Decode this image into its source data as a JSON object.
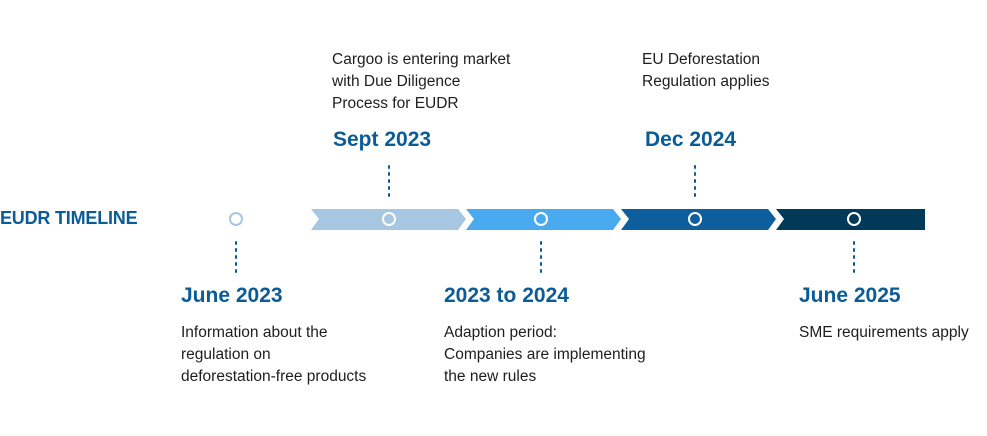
{
  "title": "EUDR TIMELINE",
  "colors": {
    "segment_1": "#a6c6e2",
    "segment_2": "#4aaaf0",
    "segment_3": "#0e5d9c",
    "segment_4": "#003a58",
    "accent_text": "#0b5c96",
    "milestone_outline": "#a6c6e2"
  },
  "milestones": {
    "june_2023": {
      "date": "June 2023",
      "description_lines": [
        "Information about the",
        "regulation on",
        "deforestation-free products"
      ]
    },
    "sept_2023": {
      "date": "Sept 2023",
      "description_lines": [
        "Cargoo is entering market",
        "with Due Diligence",
        "Process for EUDR"
      ]
    },
    "period_2023_2024": {
      "date": "2023 to 2024",
      "description_lines": [
        "Adaption period:",
        "Companies are implementing",
        "the new rules"
      ]
    },
    "dec_2024": {
      "date": "Dec 2024",
      "description_lines": [
        "EU Deforestation",
        "Regulation applies"
      ]
    },
    "june_2025": {
      "date": "June 2025",
      "description_lines": [
        "SME requirements apply"
      ]
    }
  }
}
